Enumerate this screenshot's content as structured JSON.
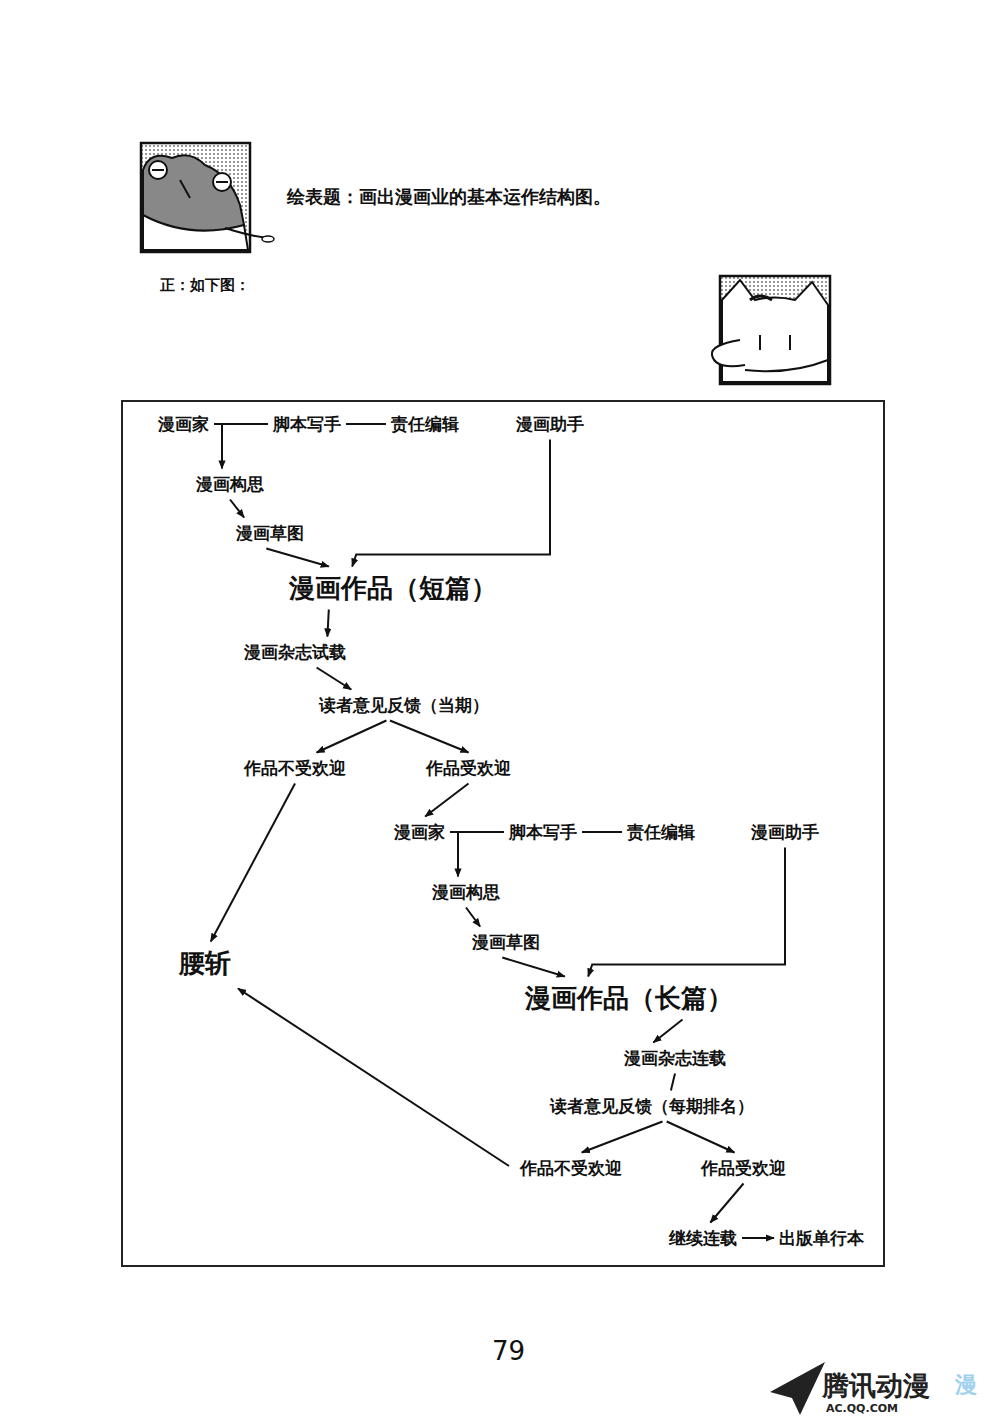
{
  "diagram": {
    "title": "绘表题：画出漫画业的基本运作结构图。",
    "nodes": [
      {
        "text": [
          "漫画家"
        ]
      },
      {
        "text": [
          "脚本写手"
        ]
      },
      {
        "text": [
          "责任编辑"
        ]
      },
      {
        "text": [
          "漫画助手"
        ]
      },
      {
        "text": [
          "漫画构思"
        ]
      },
      {
        "text": [
          "漫画草图"
        ]
      },
      {
        "text": [
          "漫画作品（短篇）"
        ]
      },
      {
        "text": [
          "漫画杂志试载"
        ]
      },
      {
        "text": [
          "读者意见反馈（当期）"
        ]
      },
      {
        "text": [
          "作品不受欢迎"
        ]
      },
      {
        "text": [
          "作品受欢迎"
        ]
      },
      {
        "text": [
          "漫画家"
        ]
      },
      {
        "text": [
          "脚本写手"
        ]
      },
      {
        "text": [
          "责任编辑"
        ]
      },
      {
        "text": [
          "漫画助手"
        ]
      },
      {
        "text": [
          "漫画构思"
        ]
      },
      {
        "text": [
          "漫画草图"
        ]
      },
      {
        "text": [
          "漫画作品（长篇）"
        ]
      },
      {
        "text": [
          "漫画杂志连载"
        ]
      },
      {
        "text": [
          "读者意见反馈（每期排名）"
        ]
      },
      {
        "text": [
          "作品不受欢迎"
        ]
      },
      {
        "text": [
          "作品受欢迎"
        ]
      },
      {
        "text": [
          "继续连载"
        ]
      },
      {
        "text": [
          "出版单行本"
        ]
      },
      {
        "text": [
          "腰斩"
        ]
      }
    ],
    "edges": [
      {
        "from": 0,
        "to": 1,
        "arrow": "none"
      },
      {
        "from": 1,
        "to": 2,
        "arrow": "none"
      },
      {
        "from": 0,
        "to": 4,
        "arrow": "to"
      },
      {
        "from": 4,
        "to": 5,
        "arrow": "to"
      },
      {
        "from": 5,
        "to": 6,
        "arrow": "to"
      },
      {
        "from": 3,
        "to": 6,
        "arrow": "to"
      },
      {
        "from": 6,
        "to": 7,
        "arrow": "to"
      },
      {
        "from": 7,
        "to": 8,
        "arrow": "to"
      },
      {
        "from": 8,
        "to": 9,
        "arrow": "to"
      },
      {
        "from": 8,
        "to": 10,
        "arrow": "to"
      },
      {
        "from": 9,
        "to": 24,
        "arrow": "to"
      },
      {
        "from": 10,
        "to": 11,
        "arrow": "to"
      },
      {
        "from": 11,
        "to": 12,
        "arrow": "none"
      },
      {
        "from": 12,
        "to": 13,
        "arrow": "none"
      },
      {
        "from": 11,
        "to": 15,
        "arrow": "to"
      },
      {
        "from": 15,
        "to": 16,
        "arrow": "to"
      },
      {
        "from": 16,
        "to": 17,
        "arrow": "to"
      },
      {
        "from": 14,
        "to": 17,
        "arrow": "to"
      },
      {
        "from": 17,
        "to": 18,
        "arrow": "to"
      },
      {
        "from": 18,
        "to": 19,
        "arrow": "none"
      },
      {
        "from": 19,
        "to": 20,
        "arrow": "to"
      },
      {
        "from": 19,
        "to": 21,
        "arrow": "to"
      },
      {
        "from": 20,
        "to": 24,
        "arrow": "to"
      },
      {
        "from": 21,
        "to": 22,
        "arrow": "to"
      },
      {
        "from": 22,
        "to": 23,
        "arrow": "to"
      }
    ],
    "labels": [
      "正：如下图：",
      "79",
      "腾讯动漫",
      "漫",
      "AC.QQ.COM"
    ]
  }
}
